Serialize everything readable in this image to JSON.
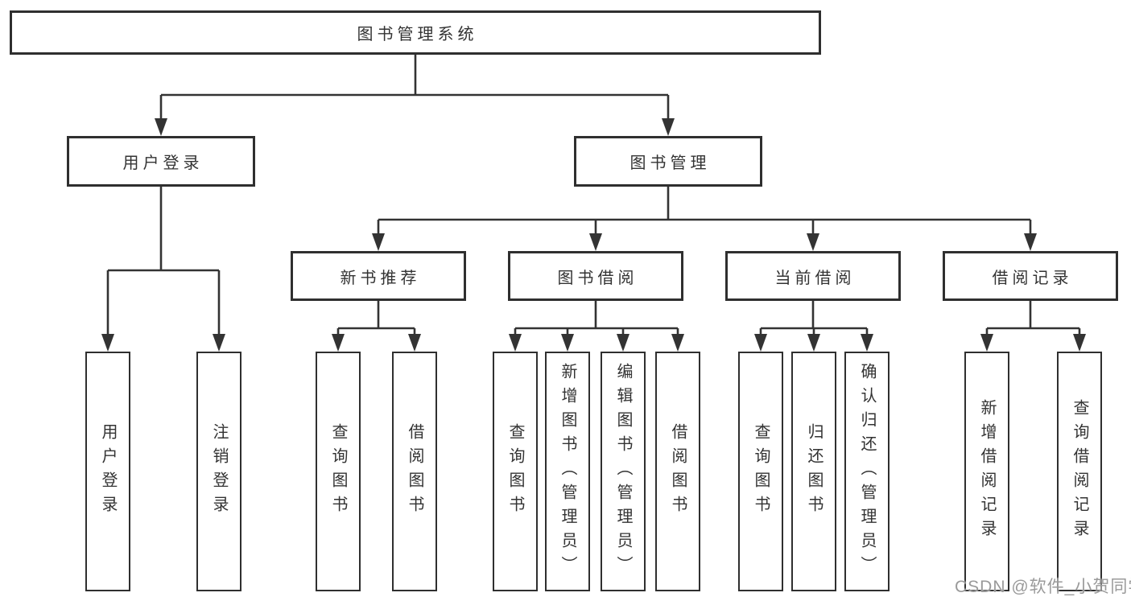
{
  "diagram": {
    "root": {
      "label": "图书管理系统"
    },
    "level2": [
      {
        "label": "用户登录",
        "leaves": [
          "用户登录",
          "注销登录"
        ]
      },
      {
        "label": "图书管理",
        "level3": [
          {
            "label": "新书推荐",
            "leaves": [
              "查询图书",
              "借阅图书"
            ]
          },
          {
            "label": "图书借阅",
            "leaves": [
              "查询图书",
              "新增图书（管理员）",
              "编辑图书（管理员）",
              "借阅图书"
            ]
          },
          {
            "label": "当前借阅",
            "leaves": [
              "查询图书",
              "归还图书",
              "确认归还（管理员）"
            ]
          },
          {
            "label": "借阅记录",
            "leaves": [
              "新增借阅记录",
              "查询借阅记录"
            ]
          }
        ]
      }
    ]
  },
  "watermark": {
    "text": "CSDN @软件_小贺同学"
  },
  "colors": {
    "line": "#333333",
    "box_border": "#2f2f2f",
    "text": "#333333",
    "background": "#ffffff",
    "watermark": "#9a9a9a"
  }
}
